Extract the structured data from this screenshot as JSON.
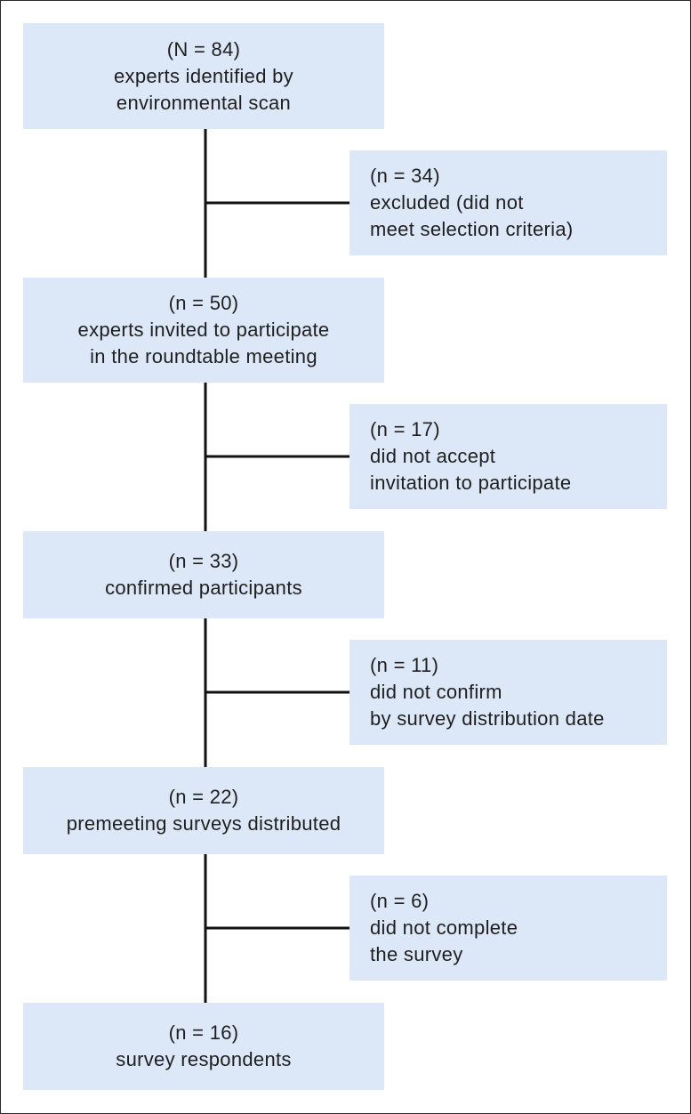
{
  "flowchart": {
    "stages": [
      {
        "count": "(N = 84)",
        "lines": [
          "experts identified by",
          "environmental scan"
        ]
      },
      {
        "count": "(n = 50)",
        "lines": [
          "experts invited to participate",
          "in the roundtable meeting"
        ]
      },
      {
        "count": "(n = 33)",
        "lines": [
          "confirmed participants"
        ]
      },
      {
        "count": "(n = 22)",
        "lines": [
          "premeeting surveys distributed"
        ]
      },
      {
        "count": "(n = 16)",
        "lines": [
          "survey respondents"
        ]
      }
    ],
    "exclusions": [
      {
        "count": "(n = 34)",
        "lines": [
          "excluded (did not",
          "meet selection criteria)"
        ]
      },
      {
        "count": "(n = 17)",
        "lines": [
          "did not accept",
          "invitation to participate"
        ]
      },
      {
        "count": "(n = 11)",
        "lines": [
          "did not confirm",
          "by survey distribution date"
        ]
      },
      {
        "count": "(n = 6)",
        "lines": [
          "did not complete",
          "the survey"
        ]
      }
    ],
    "colors": {
      "box_fill": "#dce7f7",
      "line": "#111111",
      "border": "#2a2a2a"
    }
  }
}
